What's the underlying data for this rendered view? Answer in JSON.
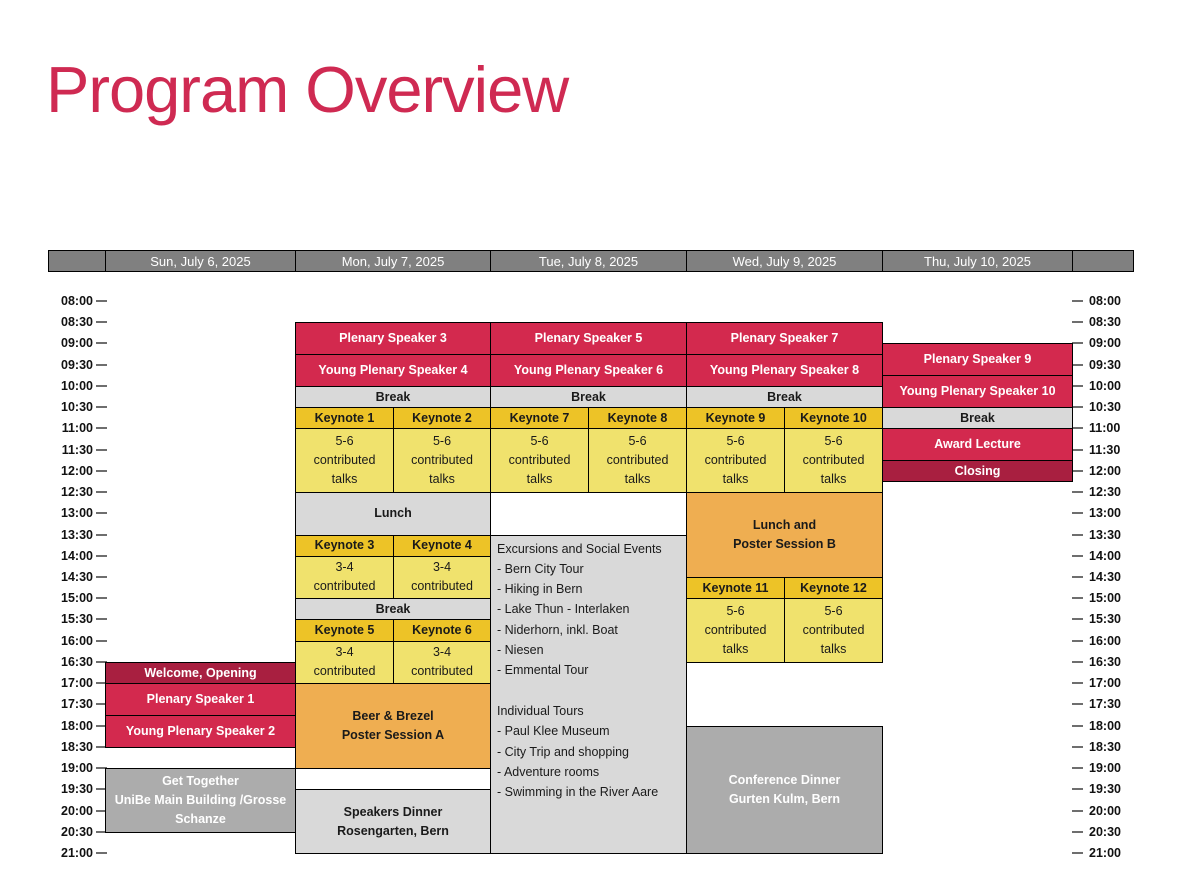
{
  "title": "Program Overview",
  "header": {
    "days": [
      "Sun, July 6, 2025",
      "Mon, July 7, 2025",
      "Tue, July 8, 2025",
      "Wed, July 9, 2025",
      "Thu, July 10, 2025"
    ]
  },
  "time_axis": {
    "start": "08:00",
    "end": "21:00",
    "step_minutes": 30,
    "labels": [
      "08:00",
      "08:30",
      "09:00",
      "09:30",
      "10:00",
      "10:30",
      "11:00",
      "11:30",
      "12:00",
      "12:30",
      "13:00",
      "13:30",
      "14:00",
      "14:30",
      "15:00",
      "15:30",
      "16:00",
      "16:30",
      "17:00",
      "17:30",
      "18:00",
      "18:30",
      "19:00",
      "19:30",
      "20:00",
      "20:30",
      "21:00"
    ]
  },
  "colors": {
    "title": "#CF2A52",
    "header_gray": "#808080",
    "border": "#000000"
  },
  "styles": {
    "crimson": {
      "bg": "#D3294E",
      "fg": "#FFFFFF",
      "bold": true
    },
    "dark_crimson": {
      "bg": "#A81F40",
      "fg": "#FFFFFF",
      "bold": true
    },
    "gold": {
      "bg": "#EDC327",
      "fg": "#1A1A1A",
      "bold": true
    },
    "pale_yellow": {
      "bg": "#F0E26D",
      "fg": "#1A1A1A",
      "bold": false
    },
    "orange": {
      "bg": "#EFAE51",
      "fg": "#1A1A1A",
      "bold": true
    },
    "light_gray": {
      "bg": "#D9D9D9",
      "fg": "#1A1A1A",
      "bold": true
    },
    "light_gray_list": {
      "bg": "#D9D9D9",
      "fg": "#1A1A1A",
      "bold": false
    },
    "mid_gray": {
      "bg": "#ACACAC",
      "fg": "#FFFFFF",
      "bold": true
    }
  },
  "days": [
    {
      "events": [
        {
          "lines": [
            "Welcome, Opening"
          ],
          "start": "16:30",
          "end": "17:00",
          "style": "dark_crimson"
        },
        {
          "lines": [
            "Plenary Speaker 1"
          ],
          "start": "17:00",
          "end": "17:45",
          "style": "crimson"
        },
        {
          "lines": [
            "Young Plenary Speaker 2"
          ],
          "start": "17:45",
          "end": "18:30",
          "style": "crimson"
        },
        {
          "lines": [
            "Get Together",
            "UniBe Main Building /Grosse Schanze"
          ],
          "start": "19:00",
          "end": "20:30",
          "style": "mid_gray"
        }
      ]
    },
    {
      "events": [
        {
          "lines": [
            "Plenary Speaker 3"
          ],
          "start": "08:30",
          "end": "09:15",
          "style": "crimson"
        },
        {
          "lines": [
            "Young Plenary Speaker 4"
          ],
          "start": "09:15",
          "end": "10:00",
          "style": "crimson"
        },
        {
          "lines": [
            "Break"
          ],
          "start": "10:00",
          "end": "10:30",
          "style": "light_gray"
        },
        {
          "lines": [
            "Keynote 1"
          ],
          "start": "10:30",
          "end": "11:00",
          "style": "gold",
          "half": "left"
        },
        {
          "lines": [
            "Keynote 2"
          ],
          "start": "10:30",
          "end": "11:00",
          "style": "gold",
          "half": "right"
        },
        {
          "lines": [
            "5-6",
            "contributed",
            "talks"
          ],
          "start": "11:00",
          "end": "12:30",
          "style": "pale_yellow",
          "half": "left"
        },
        {
          "lines": [
            "5-6",
            "contributed",
            "talks"
          ],
          "start": "11:00",
          "end": "12:30",
          "style": "pale_yellow",
          "half": "right"
        },
        {
          "lines": [
            "Lunch"
          ],
          "start": "12:30",
          "end": "13:30",
          "style": "light_gray"
        },
        {
          "lines": [
            "Keynote 3"
          ],
          "start": "13:30",
          "end": "14:00",
          "style": "gold",
          "half": "left"
        },
        {
          "lines": [
            "Keynote 4"
          ],
          "start": "13:30",
          "end": "14:00",
          "style": "gold",
          "half": "right"
        },
        {
          "lines": [
            "3-4",
            "contributed"
          ],
          "start": "14:00",
          "end": "15:00",
          "style": "pale_yellow",
          "half": "left"
        },
        {
          "lines": [
            "3-4",
            "contributed"
          ],
          "start": "14:00",
          "end": "15:00",
          "style": "pale_yellow",
          "half": "right"
        },
        {
          "lines": [
            "Break"
          ],
          "start": "15:00",
          "end": "15:30",
          "style": "light_gray"
        },
        {
          "lines": [
            "Keynote 5"
          ],
          "start": "15:30",
          "end": "16:00",
          "style": "gold",
          "half": "left"
        },
        {
          "lines": [
            "Keynote 6"
          ],
          "start": "15:30",
          "end": "16:00",
          "style": "gold",
          "half": "right"
        },
        {
          "lines": [
            "3-4",
            "contributed"
          ],
          "start": "16:00",
          "end": "17:00",
          "style": "pale_yellow",
          "half": "left"
        },
        {
          "lines": [
            "3-4",
            "contributed"
          ],
          "start": "16:00",
          "end": "17:00",
          "style": "pale_yellow",
          "half": "right"
        },
        {
          "lines": [
            "Beer & Brezel",
            "Poster Session A"
          ],
          "start": "17:00",
          "end": "19:00",
          "style": "orange"
        },
        {
          "lines": [
            "Speakers Dinner",
            "Rosengarten, Bern"
          ],
          "start": "19:30",
          "end": "21:00",
          "style": "light_gray"
        }
      ]
    },
    {
      "events": [
        {
          "lines": [
            "Plenary Speaker 5"
          ],
          "start": "08:30",
          "end": "09:15",
          "style": "crimson"
        },
        {
          "lines": [
            "Young Plenary Speaker 6"
          ],
          "start": "09:15",
          "end": "10:00",
          "style": "crimson"
        },
        {
          "lines": [
            "Break"
          ],
          "start": "10:00",
          "end": "10:30",
          "style": "light_gray"
        },
        {
          "lines": [
            "Keynote 7"
          ],
          "start": "10:30",
          "end": "11:00",
          "style": "gold",
          "half": "left"
        },
        {
          "lines": [
            "Keynote 8"
          ],
          "start": "10:30",
          "end": "11:00",
          "style": "gold",
          "half": "right"
        },
        {
          "lines": [
            "5-6",
            "contributed",
            "talks"
          ],
          "start": "11:00",
          "end": "12:30",
          "style": "pale_yellow",
          "half": "left"
        },
        {
          "lines": [
            "5-6",
            "contributed",
            "talks"
          ],
          "start": "11:00",
          "end": "12:30",
          "style": "pale_yellow",
          "half": "right"
        },
        {
          "lines": [
            "Excursions and Social Events",
            "- Bern City Tour",
            "- Hiking in Bern",
            "- Lake Thun - Interlaken",
            "- Niderhorn, inkl. Boat",
            "- Niesen",
            "- Emmental Tour",
            "",
            "Individual Tours",
            "- Paul Klee Museum",
            "- City Trip and shopping",
            "- Adventure rooms",
            "- Swimming in the River Aare"
          ],
          "start": "13:30",
          "end": "21:00",
          "style": "light_gray_list",
          "align": "left"
        }
      ]
    },
    {
      "events": [
        {
          "lines": [
            "Plenary Speaker 7"
          ],
          "start": "08:30",
          "end": "09:15",
          "style": "crimson"
        },
        {
          "lines": [
            "Young Plenary Speaker 8"
          ],
          "start": "09:15",
          "end": "10:00",
          "style": "crimson"
        },
        {
          "lines": [
            "Break"
          ],
          "start": "10:00",
          "end": "10:30",
          "style": "light_gray"
        },
        {
          "lines": [
            "Keynote 9"
          ],
          "start": "10:30",
          "end": "11:00",
          "style": "gold",
          "half": "left"
        },
        {
          "lines": [
            "Keynote 10"
          ],
          "start": "10:30",
          "end": "11:00",
          "style": "gold",
          "half": "right"
        },
        {
          "lines": [
            "5-6",
            "contributed",
            "talks"
          ],
          "start": "11:00",
          "end": "12:30",
          "style": "pale_yellow",
          "half": "left"
        },
        {
          "lines": [
            "5-6",
            "contributed",
            "talks"
          ],
          "start": "11:00",
          "end": "12:30",
          "style": "pale_yellow",
          "half": "right"
        },
        {
          "lines": [
            "Lunch and",
            "Poster Session B"
          ],
          "start": "12:30",
          "end": "14:30",
          "style": "orange"
        },
        {
          "lines": [
            "Keynote 11"
          ],
          "start": "14:30",
          "end": "15:00",
          "style": "gold",
          "half": "left"
        },
        {
          "lines": [
            "Keynote 12"
          ],
          "start": "14:30",
          "end": "15:00",
          "style": "gold",
          "half": "right"
        },
        {
          "lines": [
            "5-6",
            "contributed",
            "talks"
          ],
          "start": "15:00",
          "end": "16:30",
          "style": "pale_yellow",
          "half": "left"
        },
        {
          "lines": [
            "5-6",
            "contributed",
            "talks"
          ],
          "start": "15:00",
          "end": "16:30",
          "style": "pale_yellow",
          "half": "right"
        },
        {
          "lines": [
            "Conference Dinner",
            "Gurten Kulm, Bern"
          ],
          "start": "18:00",
          "end": "21:00",
          "style": "mid_gray"
        }
      ]
    },
    {
      "events": [
        {
          "lines": [
            "Plenary Speaker 9"
          ],
          "start": "09:00",
          "end": "09:45",
          "style": "crimson"
        },
        {
          "lines": [
            "Young Plenary Speaker 10"
          ],
          "start": "09:45",
          "end": "10:30",
          "style": "crimson"
        },
        {
          "lines": [
            "Break"
          ],
          "start": "10:30",
          "end": "11:00",
          "style": "light_gray"
        },
        {
          "lines": [
            "Award Lecture"
          ],
          "start": "11:00",
          "end": "11:45",
          "style": "crimson"
        },
        {
          "lines": [
            "Closing"
          ],
          "start": "11:45",
          "end": "12:15",
          "style": "dark_crimson"
        }
      ]
    }
  ]
}
